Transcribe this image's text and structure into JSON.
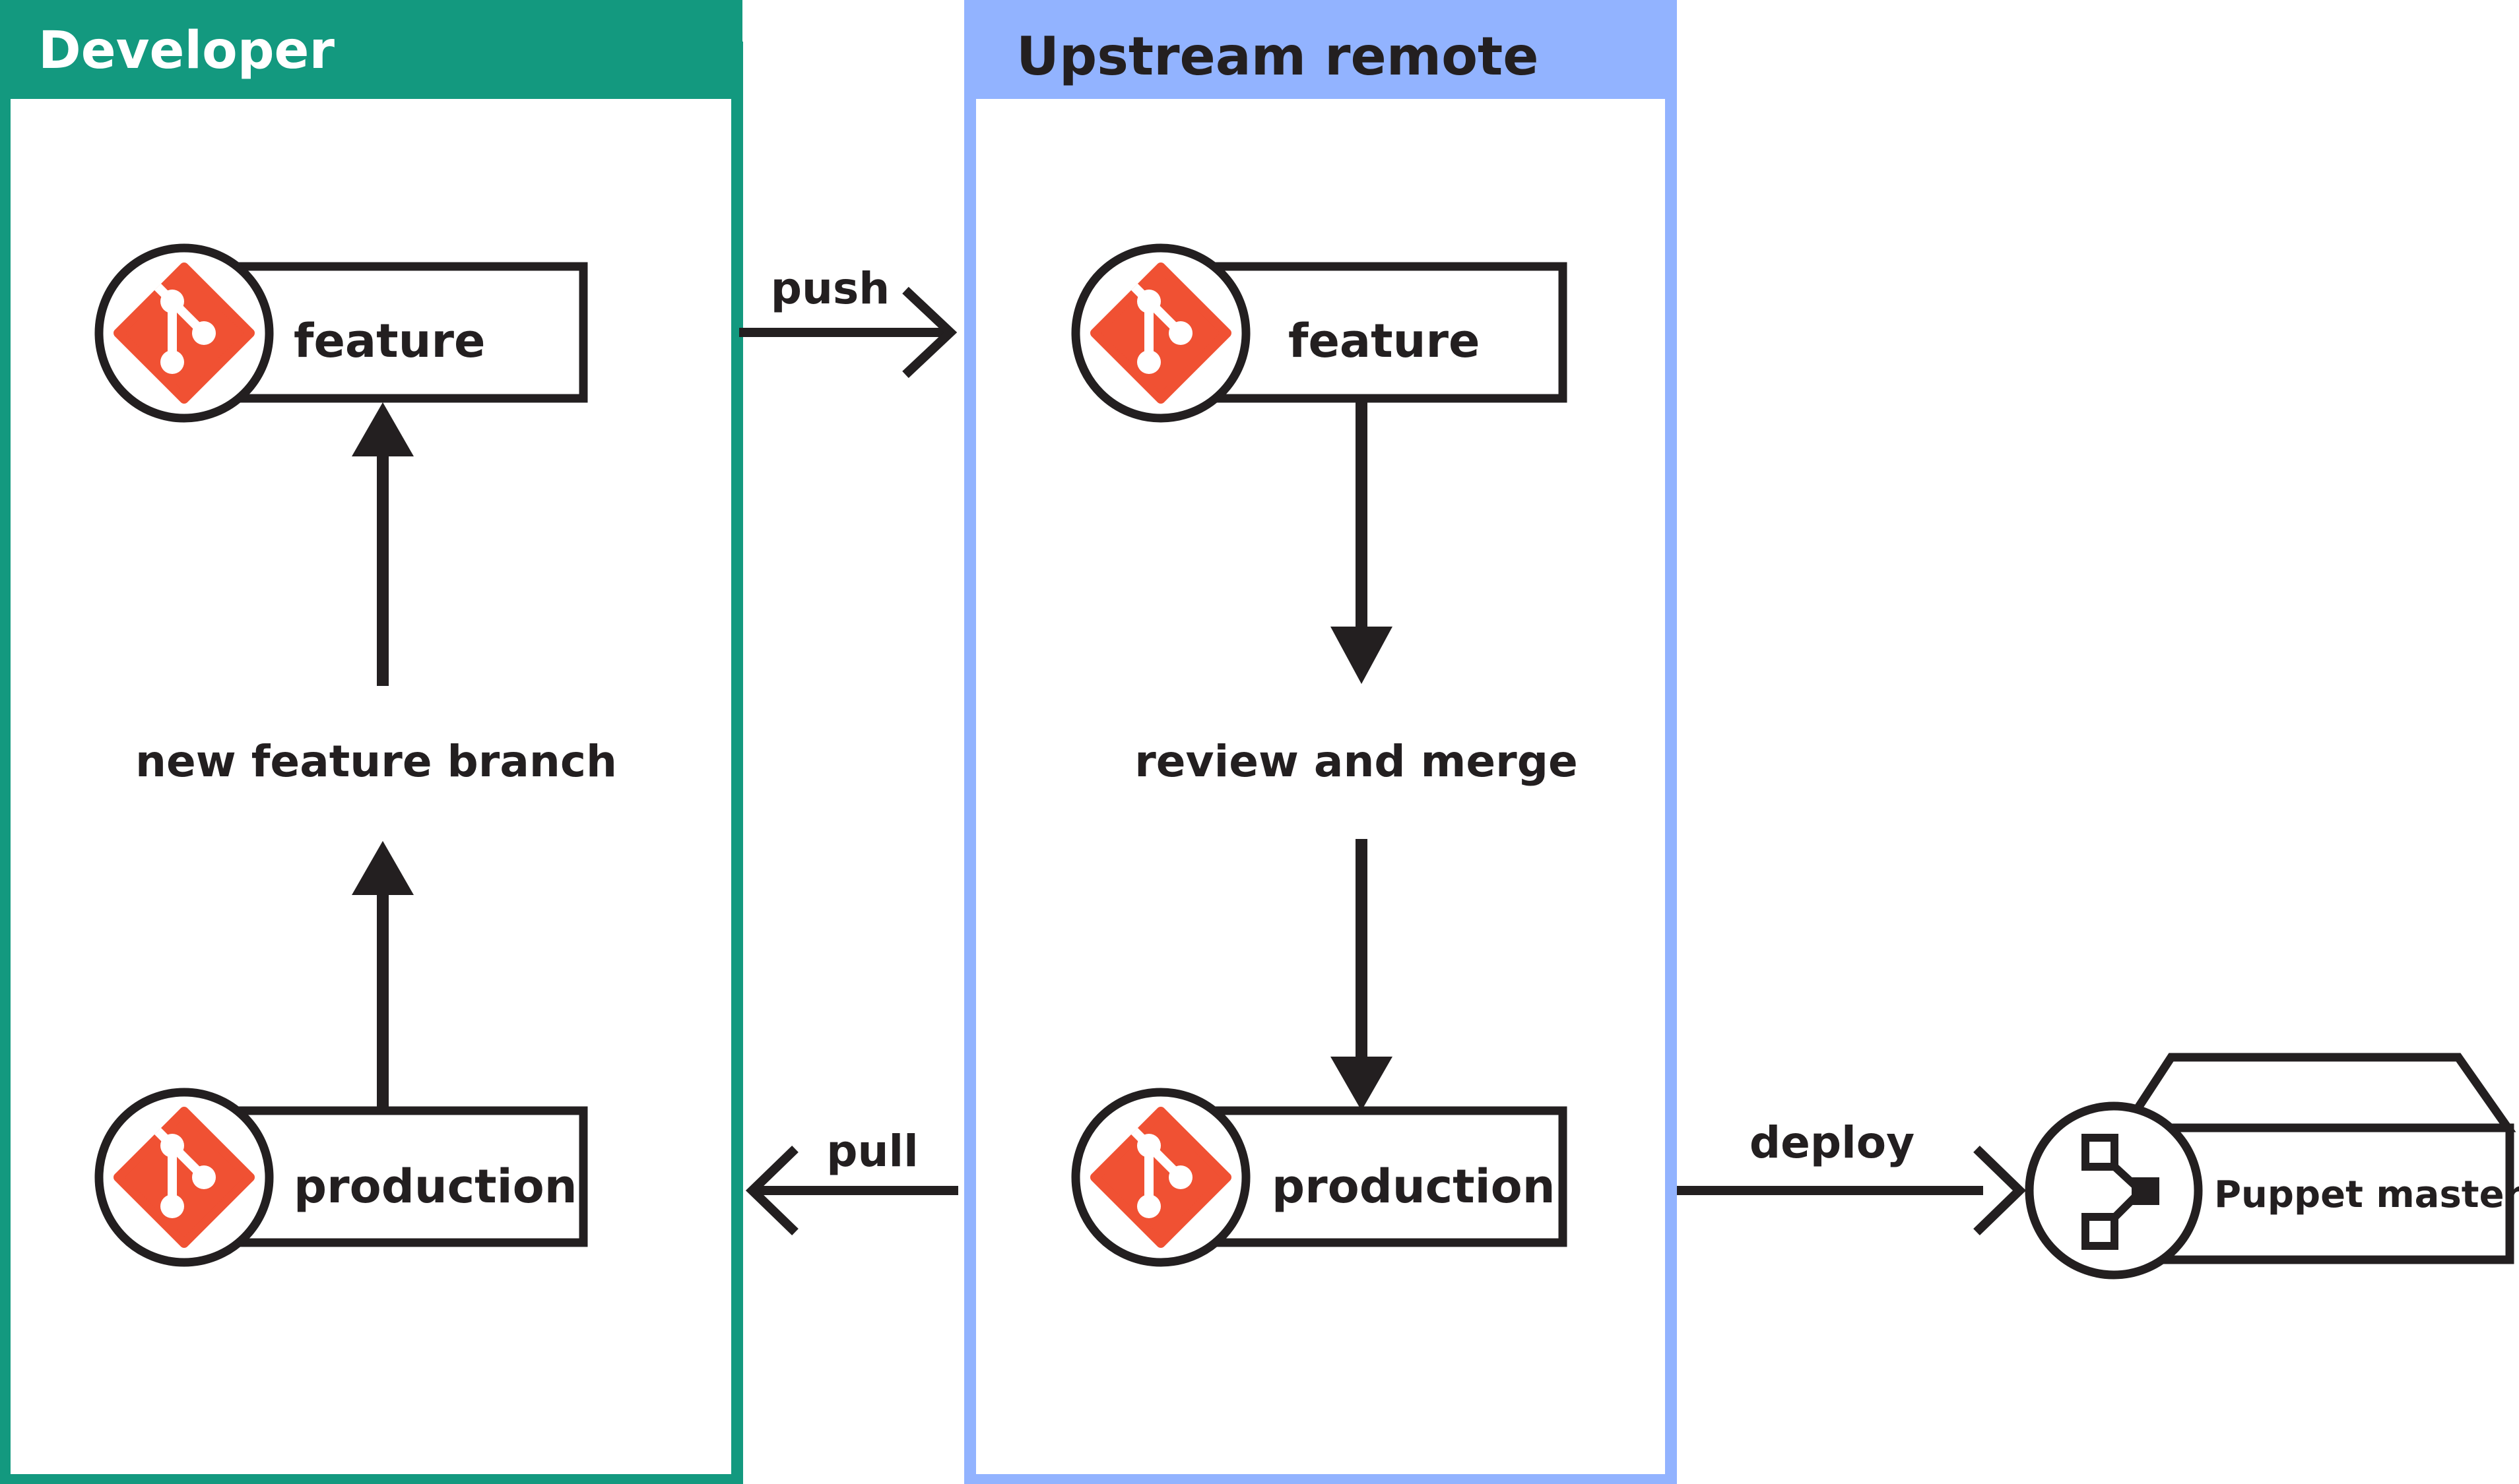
{
  "colors": {
    "developer": "#13997f",
    "upstream": "#92b3ff",
    "ink": "#231f20",
    "git": "#f05133"
  },
  "developer": {
    "title": "Developer",
    "feature_label": "feature",
    "production_label": "production",
    "action_label": "new feature branch"
  },
  "upstream": {
    "title": "Upstream remote",
    "feature_label": "feature",
    "production_label": "production",
    "action_label": "review and merge"
  },
  "edges": {
    "push": "push",
    "pull": "pull",
    "deploy": "deploy"
  },
  "puppet": {
    "label": "Puppet master"
  },
  "icons": {
    "branch": "git-logo-icon",
    "deploy_target": "puppet-logo-icon"
  }
}
